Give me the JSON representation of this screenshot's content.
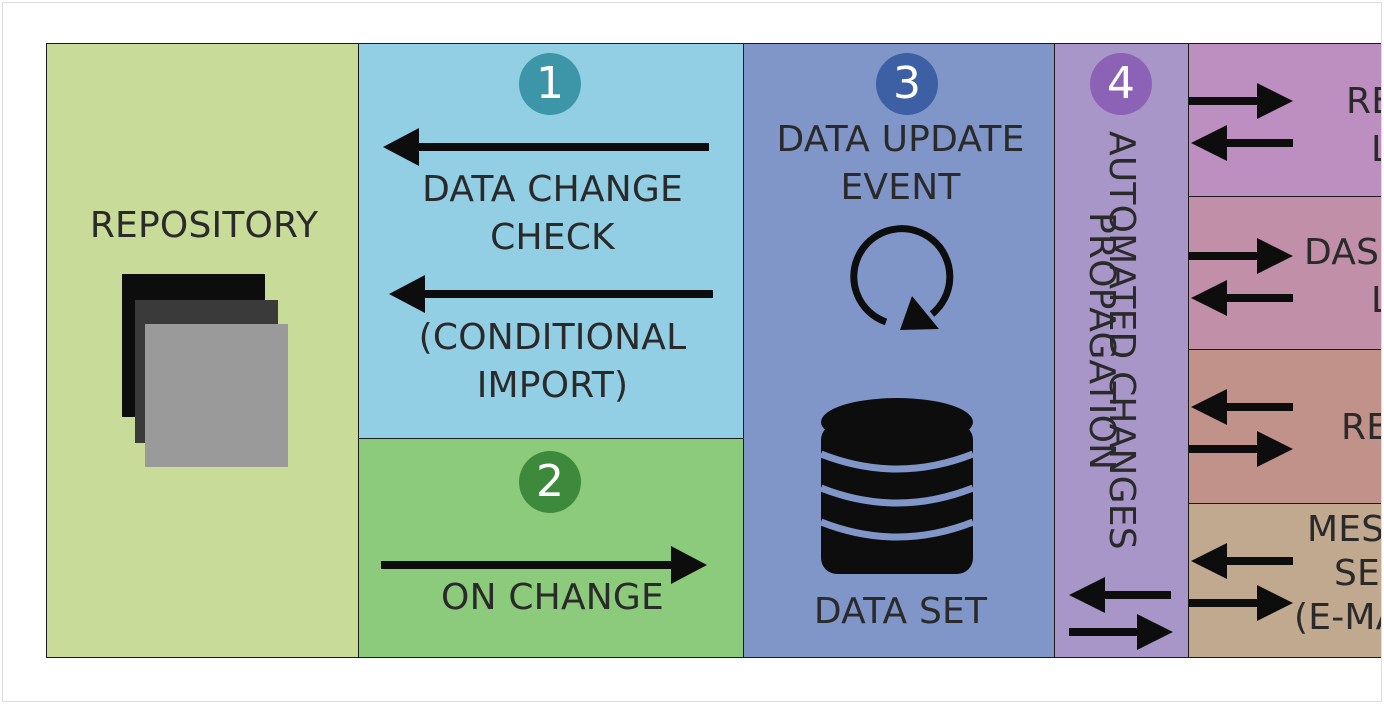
{
  "colors": {
    "repository_bg": "#c9db99",
    "check_bg": "#92cee4",
    "onchange_bg": "#8ccb7b",
    "dataset_bg": "#8096c9",
    "propagation_bg": "#a896c8",
    "target1_bg": "#bd8fc1",
    "target2_bg": "#c18fa8",
    "target3_bg": "#c0928a",
    "target4_bg": "#c1a990",
    "badge1": "#3c96a8",
    "badge2": "#3d8a3c",
    "badge3": "#3d5fa3",
    "badge4": "#8c62b7"
  },
  "repository": {
    "label": "REPOSITORY",
    "icon": "stacked-squares-icon"
  },
  "check": {
    "badge": "1",
    "line1": "DATA CHANGE",
    "line2": "CHECK",
    "line3": "(CONDITIONAL",
    "line4": "IMPORT)"
  },
  "onchange": {
    "badge": "2",
    "label": "ON CHANGE"
  },
  "dataset": {
    "badge": "3",
    "line1": "DATA UPDATE",
    "line2": "EVENT",
    "label": "DATA SET",
    "icons": [
      "refresh-icon",
      "database-icon"
    ]
  },
  "propagation": {
    "badge": "4",
    "line1": "AUTOMATED CHANGES",
    "line2": "PROPAGATION"
  },
  "targets": [
    {
      "line1": "RE",
      "line2": "L"
    },
    {
      "line1": "DAS",
      "line2": "L"
    },
    {
      "line1": "RE"
    },
    {
      "line1": "MES",
      "line2": "SE",
      "line3": "(E-MA"
    }
  ]
}
